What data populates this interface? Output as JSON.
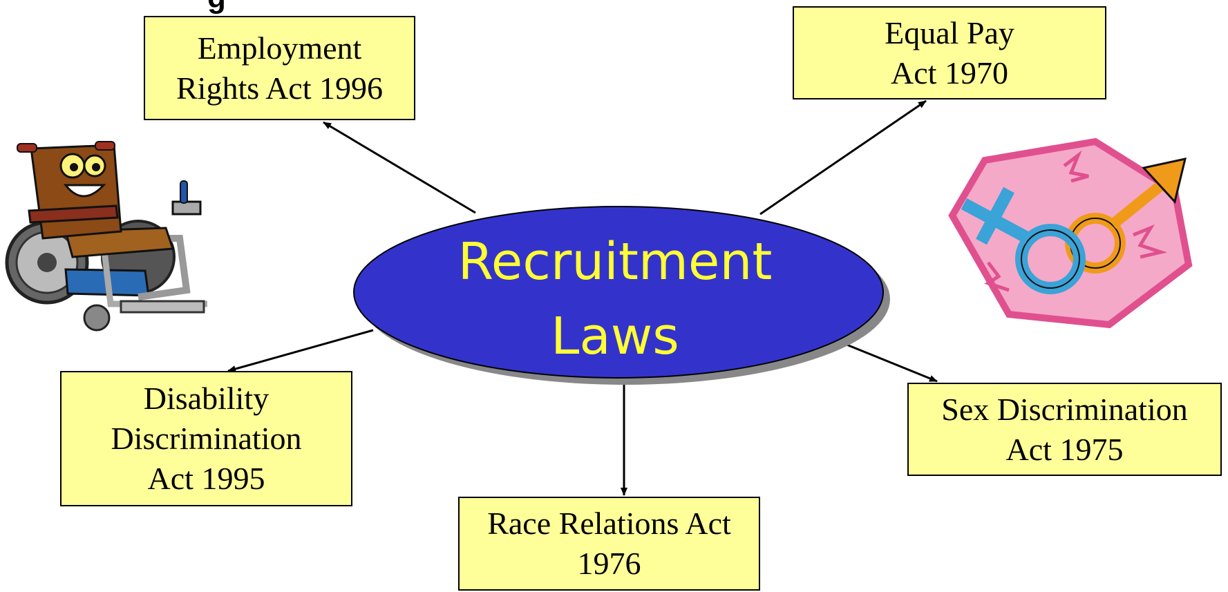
{
  "center": {
    "line1": "Recruitment",
    "line2": "Laws",
    "fill_color": "#3333cc",
    "text_color": "#ffff33"
  },
  "box_color": "#ffff99",
  "boxes": {
    "employment": {
      "line1": "Employment",
      "line2": "Rights Act 1996"
    },
    "equal_pay": {
      "line1": "Equal Pay",
      "line2": "Act 1970"
    },
    "disability": {
      "line1": "Disability",
      "line2": "Discrimination",
      "line3": "Act 1995"
    },
    "race": {
      "line1": "Race Relations Act",
      "line2": "1976"
    },
    "sex": {
      "line1": "Sex Discrimination",
      "line2": "Act 1975"
    }
  },
  "images": {
    "wheelchair": "wheelchair-clipart-icon",
    "gender": "gender-symbols-clipart-icon"
  }
}
